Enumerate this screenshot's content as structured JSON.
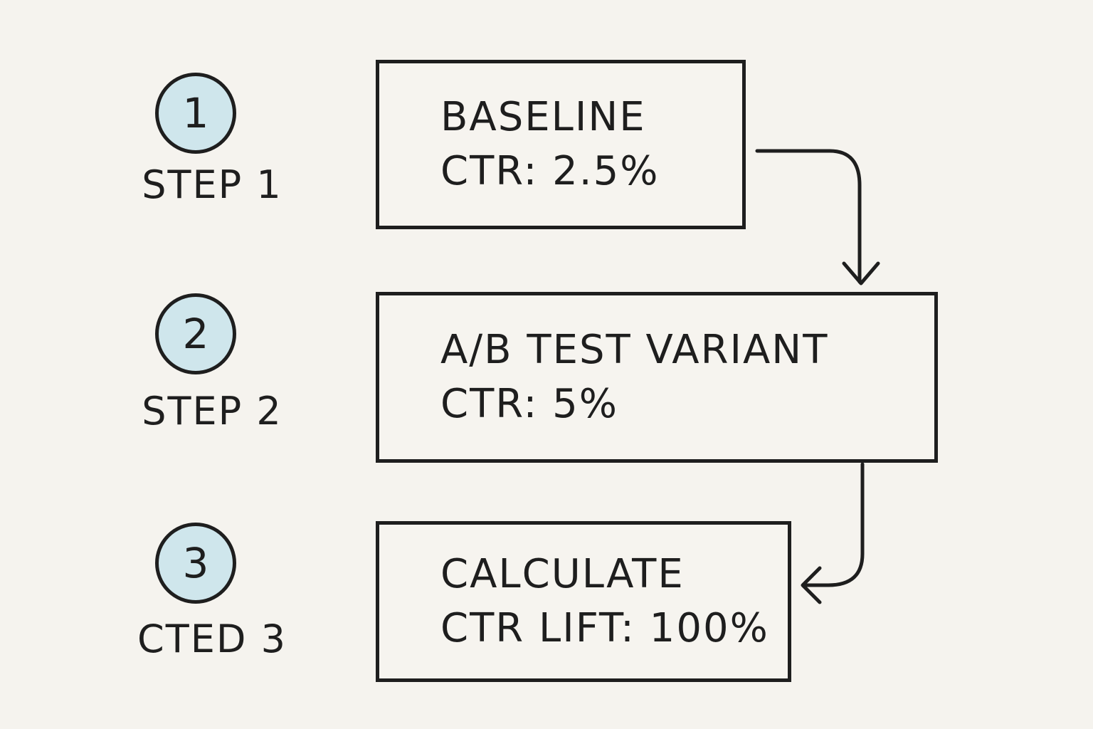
{
  "steps": [
    {
      "number": "1",
      "label": "STEP 1",
      "box_title": "BASELINE",
      "box_value": "CTR: 2.5%"
    },
    {
      "number": "2",
      "label": "STEP 2",
      "box_title": "A/B TEST VARIANT",
      "box_value": "CTR: 5%"
    },
    {
      "number": "3",
      "label": "CTED 3",
      "box_title": "CALCULATE",
      "box_value": "CTR LIFT: 100%"
    }
  ],
  "colors": {
    "background": "#f5f3ee",
    "ink": "#1e1e1e",
    "badge_fill": "#cfe6ec"
  }
}
